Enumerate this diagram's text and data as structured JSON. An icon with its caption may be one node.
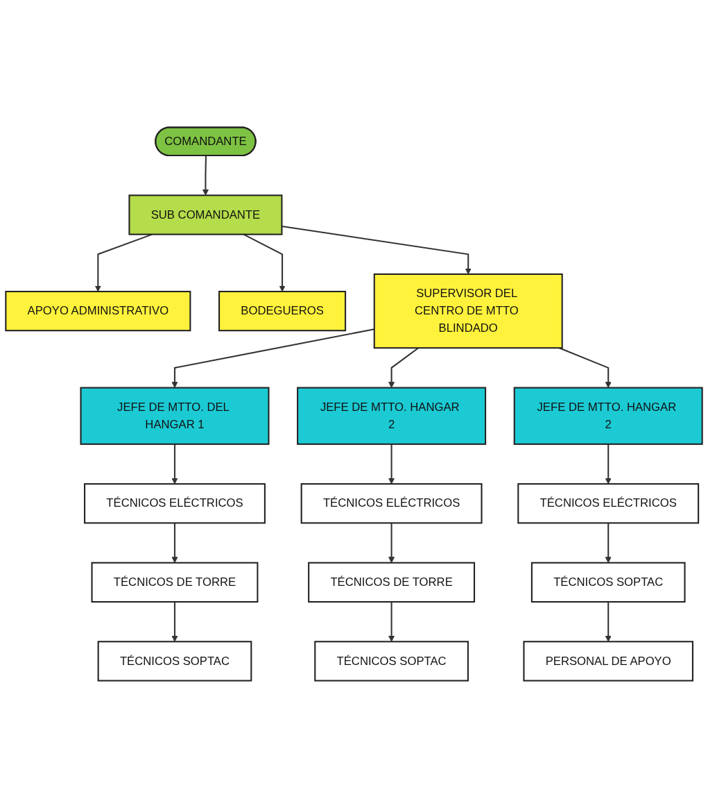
{
  "diagram": {
    "nodes": [
      {
        "text": [
          "COMANDANTE"
        ]
      },
      {
        "text": [
          "SUB COMANDANTE"
        ]
      },
      {
        "text": [
          "APOYO ADMINISTRATIVO"
        ]
      },
      {
        "text": [
          "BODEGUEROS"
        ]
      },
      {
        "text": [
          "SUPERVISOR DEL CENTRO DE MTTO BLINDADO"
        ]
      },
      {
        "text": [
          "JEFE DE MTTO. DEL HANGAR 1"
        ]
      },
      {
        "text": [
          "JEFE DE MTTO. HANGAR 2"
        ]
      },
      {
        "text": [
          "JEFE DE MTTO. HANGAR 2"
        ]
      },
      {
        "text": [
          "TÉCNICOS ELÉCTRICOS"
        ]
      },
      {
        "text": [
          "TÉCNICOS ELÉCTRICOS"
        ]
      },
      {
        "text": [
          "TÉCNICOS ELÉCTRICOS"
        ]
      },
      {
        "text": [
          "TÉCNICOS DE TORRE"
        ]
      },
      {
        "text": [
          "TÉCNICOS DE TORRE"
        ]
      },
      {
        "text": [
          "TÉCNICOS SOPTAC"
        ]
      },
      {
        "text": [
          "TÉCNICOS SOPTAC"
        ]
      },
      {
        "text": [
          "TÉCNICOS SOPTAC"
        ]
      },
      {
        "text": [
          "PERSONAL DE APOYO"
        ]
      }
    ],
    "edges": [
      {
        "from": 0,
        "to": 1,
        "arrow": "to"
      },
      {
        "from": 1,
        "to": 2,
        "arrow": "to"
      },
      {
        "from": 1,
        "to": 3,
        "arrow": "to"
      },
      {
        "from": 1,
        "to": 4,
        "arrow": "to"
      },
      {
        "from": 4,
        "to": 5,
        "arrow": "to"
      },
      {
        "from": 4,
        "to": 6,
        "arrow": "to"
      },
      {
        "from": 4,
        "to": 7,
        "arrow": "to"
      },
      {
        "from": 5,
        "to": 8,
        "arrow": "to"
      },
      {
        "from": 8,
        "to": 11,
        "arrow": "to"
      },
      {
        "from": 11,
        "to": 14,
        "arrow": "to"
      },
      {
        "from": 6,
        "to": 9,
        "arrow": "to"
      },
      {
        "from": 9,
        "to": 12,
        "arrow": "to"
      },
      {
        "from": 12,
        "to": 15,
        "arrow": "to"
      },
      {
        "from": 7,
        "to": 10,
        "arrow": "to"
      },
      {
        "from": 10,
        "to": 13,
        "arrow": "to"
      },
      {
        "from": 13,
        "to": 16,
        "arrow": "to"
      }
    ]
  }
}
